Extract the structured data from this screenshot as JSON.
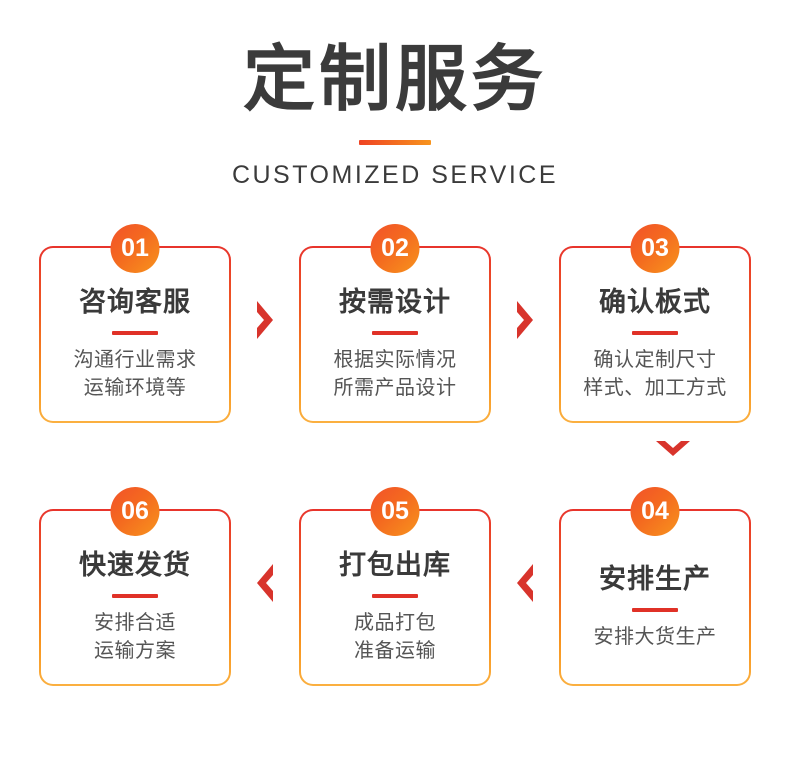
{
  "header": {
    "title": "定制服务",
    "subtitle": "CUSTOMIZED SERVICE",
    "divider_color": "#f7941e"
  },
  "theme": {
    "accent_red": "#e8342c",
    "accent_orange": "#f7941e",
    "badge_gradient_from": "#f2522a",
    "badge_gradient_to": "#f7941e",
    "title_color": "#3b3b3b",
    "desc_color": "#555555",
    "arrow_color": "#d8342c",
    "background": "#ffffff"
  },
  "flow": {
    "rows": [
      {
        "direction": "right",
        "cards": [
          {
            "number": "01",
            "title": "咨询客服",
            "desc_line1": "沟通行业需求",
            "desc_line2": "运输环境等"
          },
          {
            "number": "02",
            "title": "按需设计",
            "desc_line1": "根据实际情况",
            "desc_line2": "所需产品设计"
          },
          {
            "number": "03",
            "title": "确认板式",
            "desc_line1": "确认定制尺寸",
            "desc_line2": "样式、加工方式"
          }
        ]
      },
      {
        "direction": "left",
        "cards": [
          {
            "number": "06",
            "title": "快速发货",
            "desc_line1": "安排合适",
            "desc_line2": "运输方案"
          },
          {
            "number": "05",
            "title": "打包出库",
            "desc_line1": "成品打包",
            "desc_line2": "准备运输"
          },
          {
            "number": "04",
            "title": "安排生产",
            "desc_line1": "安排大货生产",
            "desc_line2": ""
          }
        ]
      }
    ],
    "connectors": {
      "row1_arrow1": "chevron-right",
      "row1_arrow2": "chevron-right",
      "row_link_arrow": "chevron-down",
      "row2_arrow1": "chevron-left",
      "row2_arrow2": "chevron-left"
    }
  }
}
